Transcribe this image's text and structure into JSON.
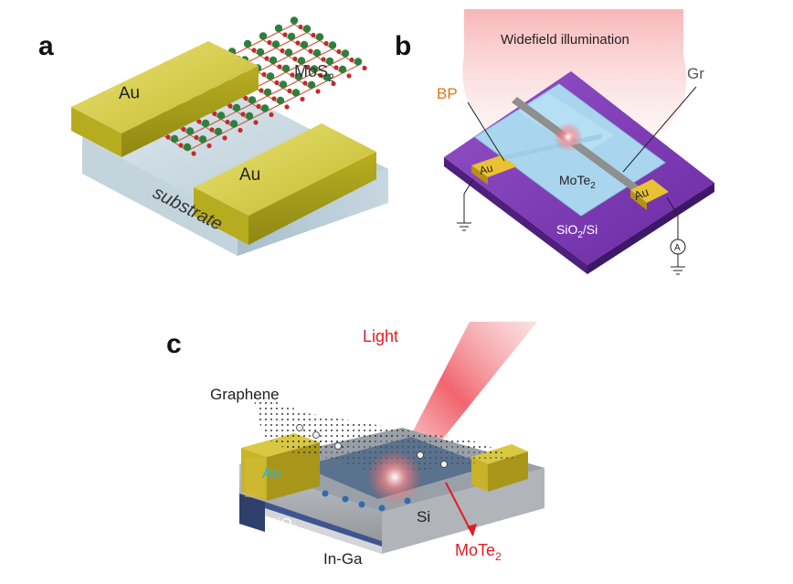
{
  "panel_a": {
    "letter": "a",
    "electrode_left": "Au",
    "electrode_right": "Au",
    "material": "MoS",
    "material_sub": "2",
    "substrate": "substrate"
  },
  "panel_b": {
    "letter": "b",
    "illumination": "Widefield  illumination",
    "bp": "BP",
    "gr": "Gr",
    "electrode_left": "Au",
    "electrode_right": "Au",
    "material": "MoTe",
    "material_sub": "2",
    "substrate_main": "SiO",
    "substrate_sub": "2",
    "substrate_tail": "/Si",
    "ammeter": "A"
  },
  "panel_c": {
    "letter": "c",
    "light": "Light",
    "graphene": "Graphene",
    "electrode": "Au",
    "oxide_main": "SiO",
    "oxide_sub": "2",
    "si": "Si",
    "base": "In-Ga",
    "material": "MoTe",
    "material_sub": "2"
  },
  "colors": {
    "gold": "#cfc43a",
    "gold_dark": "#a09a1c",
    "substrate_blue": "#b9cdd8",
    "purple": "#7b35b0",
    "flake_blue": "#a6d3ec",
    "laser_red": "#e8202a",
    "label_orange": "#e07a10",
    "label_cyan": "#2bb6d4",
    "label_red": "#e41b23"
  }
}
